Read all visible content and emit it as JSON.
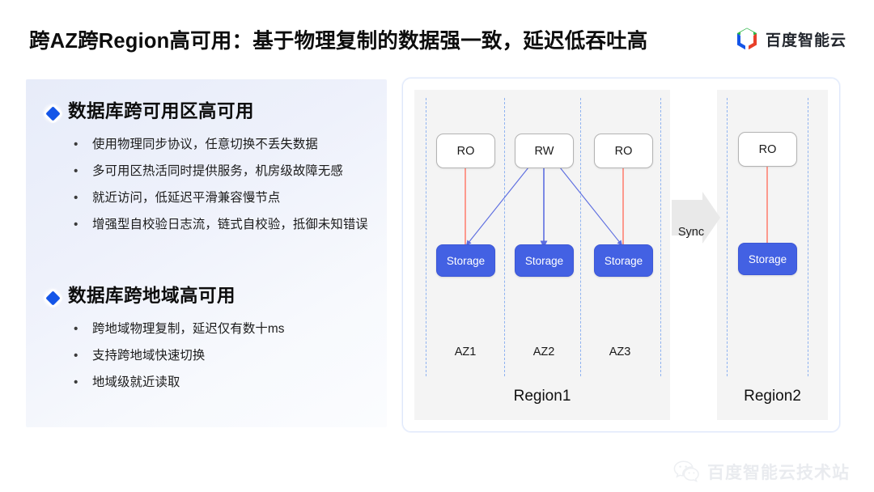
{
  "header": {
    "title": "跨AZ跨Region高可用：基于物理复制的数据强一致，延迟低吞吐高",
    "brand_name": "百度智能云",
    "brand_colors": {
      "green": "#2eb84a",
      "blue": "#1455e8",
      "red": "#e8402a"
    }
  },
  "left_panel": {
    "sections": [
      {
        "title": "数据库跨可用区高可用",
        "bullet_marker": "•",
        "items": [
          "使用物理同步协议，任意切换不丢失数据",
          "多可用区热活同时提供服务，机房级故障无感",
          "就近访问，低延迟平滑兼容慢节点",
          "增强型自校验日志流，链式自校验，抵御未知错误"
        ]
      },
      {
        "title": "数据库跨地域高可用",
        "bullet_marker": "•",
        "items": [
          "跨地域物理复制，延迟仅有数十ms",
          "支持跨地域快速切换",
          "地域级就近读取"
        ]
      }
    ]
  },
  "diagram": {
    "sync_label": "Sync",
    "colors": {
      "storage_fill": "#4361e3",
      "node_border": "#b3b3b3",
      "region_fill": "#f4f4f4",
      "az_divider": "#8fb3f0",
      "arrow_red": "#ff7b6b",
      "arrow_blue": "#5d6ee0",
      "sync_arrow": "#e9e9e9"
    },
    "region1": {
      "label": "Region1",
      "az_labels": [
        "AZ1",
        "AZ2",
        "AZ3"
      ],
      "nodes": [
        {
          "label": "RO",
          "type": "compute",
          "az": "AZ1"
        },
        {
          "label": "RW",
          "type": "compute",
          "az": "AZ2"
        },
        {
          "label": "RO",
          "type": "compute",
          "az": "AZ3"
        },
        {
          "label": "Storage",
          "type": "storage",
          "az": "AZ1"
        },
        {
          "label": "Storage",
          "type": "storage",
          "az": "AZ2"
        },
        {
          "label": "Storage",
          "type": "storage",
          "az": "AZ3"
        }
      ]
    },
    "region2": {
      "label": "Region2",
      "nodes": [
        {
          "label": "RO",
          "type": "compute"
        },
        {
          "label": "Storage",
          "type": "storage"
        }
      ]
    }
  },
  "watermark": {
    "text": "百度智能云技术站",
    "icon": "wechat-icon"
  }
}
